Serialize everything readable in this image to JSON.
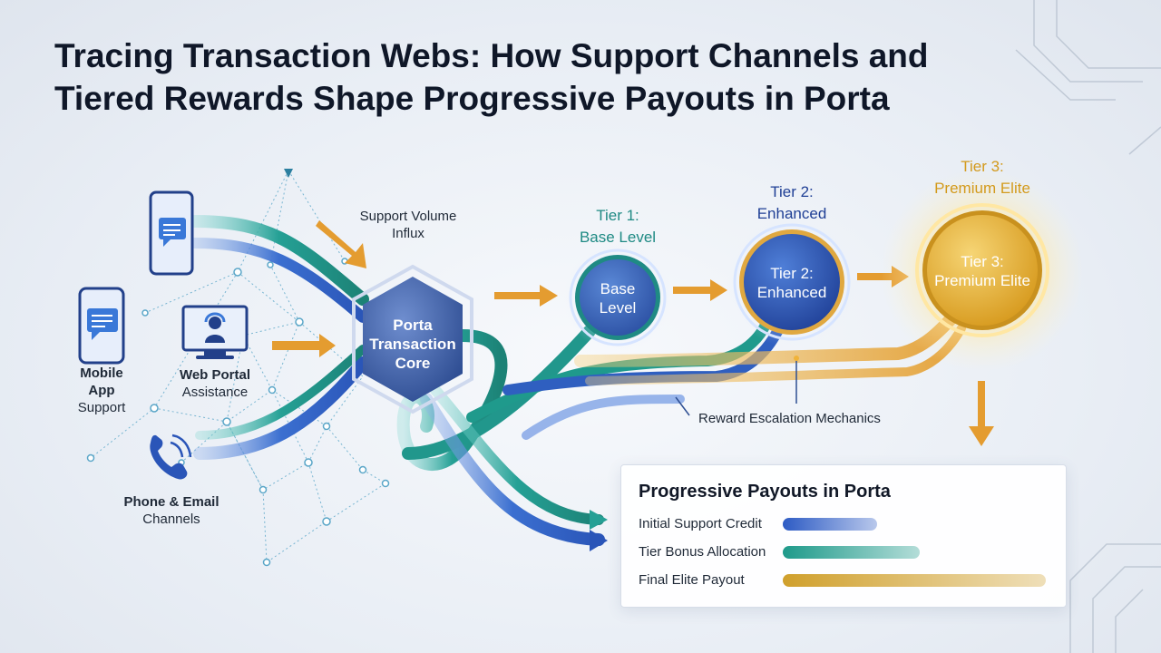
{
  "title": {
    "line1": "Tracing Transaction Webs: How Support Channels and",
    "line2": "Tiered Rewards Shape Progressive Payouts in Porta"
  },
  "channels": {
    "mobile": [
      "Mobile",
      "App",
      "Support"
    ],
    "web": [
      "Web Portal",
      "Assistance"
    ],
    "phone": [
      "Phone & Email",
      "Channels"
    ]
  },
  "influx_label": [
    "Support Volume",
    "Influx"
  ],
  "core": [
    "Porta",
    "Transaction",
    "Core"
  ],
  "tiers": [
    {
      "top": [
        "Tier 1:",
        "Base Level"
      ],
      "inner": [
        "Base",
        "Level"
      ],
      "color": "#1f8a84"
    },
    {
      "top": [
        "Tier 2:",
        "Enhanced"
      ],
      "inner": [
        "Tier 2:",
        "Enhanced"
      ],
      "color": "#2b4fa8"
    },
    {
      "top": [
        "Tier 3:",
        "Premium Elite"
      ],
      "inner": [
        "Tier 3:",
        "Premium Elite"
      ],
      "color": "#d39a1c"
    }
  ],
  "escalation_label": "Reward Escalation Mechanics",
  "panel": {
    "title": "Progressive Payouts in Porta",
    "rows": [
      {
        "label": "Initial Support Credit",
        "fraction": 0.36,
        "color": "#2d5bc4"
      },
      {
        "label": "Tier Bonus Allocation",
        "fraction": 0.52,
        "color": "#1e9a8a"
      },
      {
        "label": "Final Elite Payout",
        "fraction": 1.0,
        "color": "#d0a02c"
      }
    ]
  },
  "colors": {
    "teal": "#2aa79b",
    "blue": "#3566c8",
    "gold": "#e0a53a",
    "navy": "#2c4a8c"
  }
}
